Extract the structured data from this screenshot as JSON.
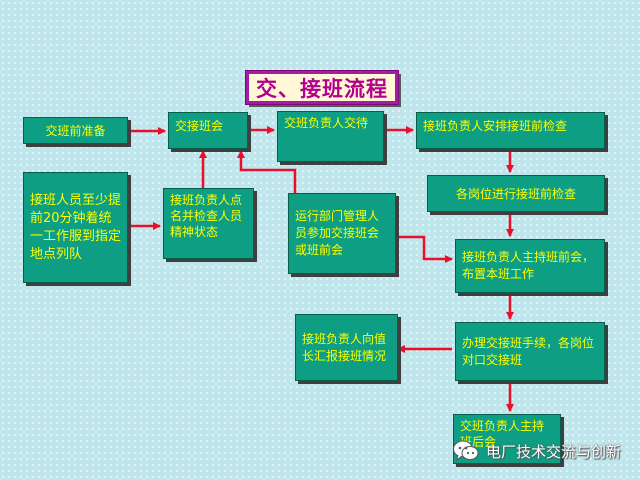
{
  "title": "交、接班流程",
  "boxes": {
    "prepare": "交班前准备",
    "handover_meeting": "交接班会",
    "leader_handover": "交班负责人交待",
    "arrange_check": "接班负责人安排接班前检查",
    "staff_arrive": "接班人员至少提前20分钟着统一工作服到指定地点列队",
    "rollcall": "接班负责人点名并检查人员精神状态",
    "ops_dept": "运行部门管理人员参加交接班会或班前会",
    "post_check": "各岗位进行接班前检查",
    "preside_meeting": "接班负责人主持班前会，布置本班工作",
    "report": "接班负责人向值长汇报接班情况",
    "procedures": "办理交接班手续，各岗位对口交接班",
    "post_meeting": "交班负责人主持班后会"
  },
  "watermark": "电厂技术交流与创新",
  "colors": {
    "box_fill": "#0e9e83",
    "box_text": "#ffff00",
    "arrow": "#e8102a",
    "title_border": "#a21ea0",
    "title_text": "#b1008d"
  }
}
